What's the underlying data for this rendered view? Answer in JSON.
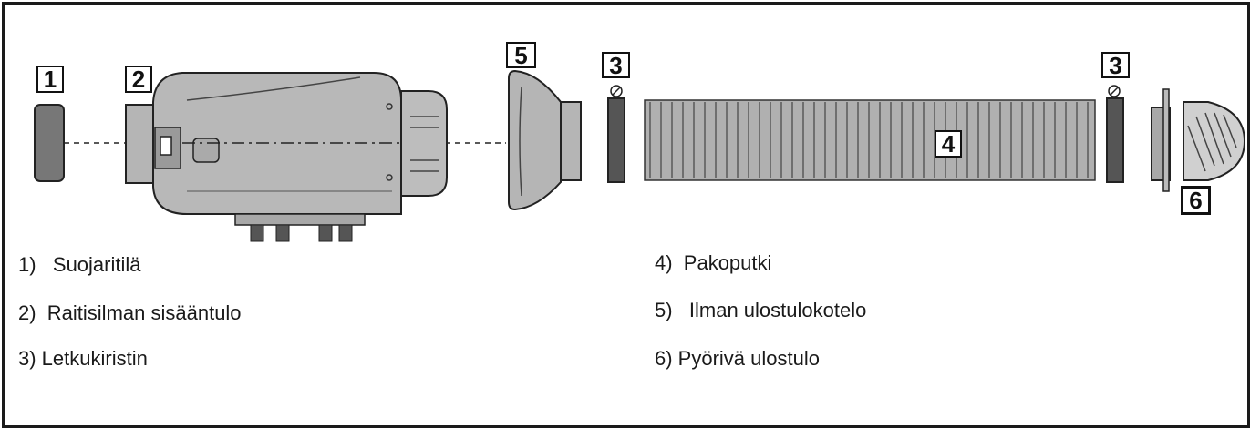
{
  "badges": {
    "b1": "1",
    "b2": "2",
    "b3a": "3",
    "b3b": "3",
    "b4": "4",
    "b5": "5",
    "b6": "6"
  },
  "legend": {
    "item1": "1)   Suojaritilä",
    "item2": "2)  Raitisilman sisääntulo",
    "item3": "3) Letkukiristin",
    "item4": "4)  Pakoputki",
    "item5": "5)   Ilman ulostulokotelo",
    "item6": "6) Pyörivä ulostulo"
  },
  "colors": {
    "heater_body": "#b5b5b5",
    "dark_part": "#555555",
    "outline": "#222222"
  }
}
